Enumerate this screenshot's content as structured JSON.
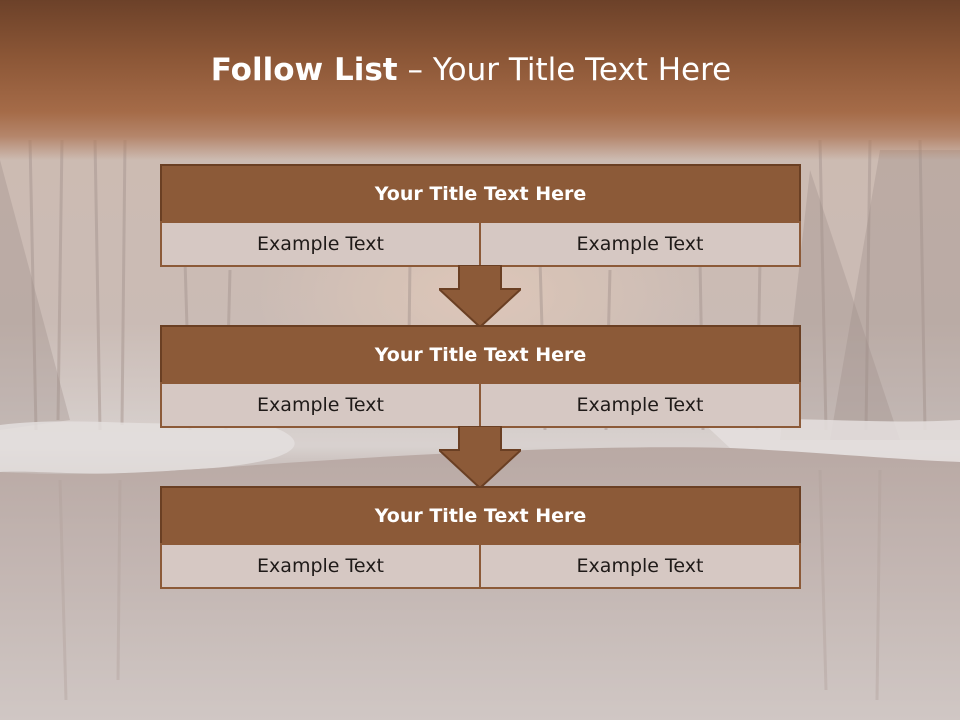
{
  "slide": {
    "title_bold": "Follow List",
    "title_rest": " – Your Title Text Here"
  },
  "blocks": [
    {
      "title": "Your Title Text Here",
      "left": "Example Text",
      "right": "Example Text"
    },
    {
      "title": "Your Title Text Here",
      "left": "Example Text",
      "right": "Example Text"
    },
    {
      "title": "Your Title Text Here",
      "left": "Example Text",
      "right": "Example Text"
    }
  ],
  "colors": {
    "header_band": "#8b5636",
    "block_header": "#8c5a38",
    "block_cell": "#d6c8c3",
    "arrow": "#8c5a38"
  }
}
